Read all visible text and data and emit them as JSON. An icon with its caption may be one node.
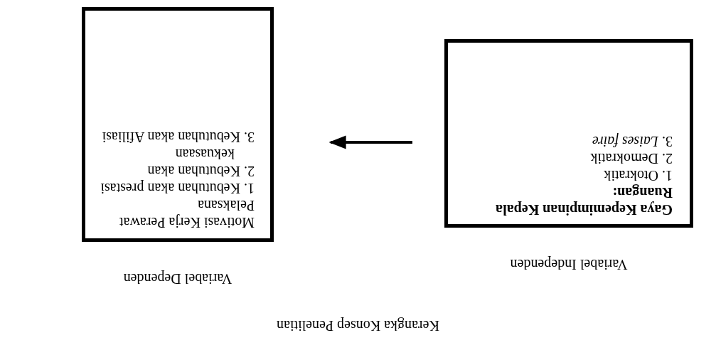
{
  "diagram": {
    "title": "Kerangka Konsep Penelitian",
    "nodes": [
      {
        "text": [
          "Variabel Independen",
          "Gaya Kepemimpinan Kepala Ruangan:",
          "1. Otokratik",
          "2. Demokratik",
          "3. *Laises faire*"
        ]
      },
      {
        "text": [
          "Variabel Dependen",
          "Motivasi Kerja Perawat Pelaksana",
          "1. Kebutuhan akan prestasi",
          "2. Kebutuhan akan kekuasaan",
          "3. Kebutuhan akan Afiliasi"
        ]
      }
    ],
    "edges": [
      {
        "from": 0,
        "to": 1,
        "arrow": "to"
      }
    ]
  }
}
